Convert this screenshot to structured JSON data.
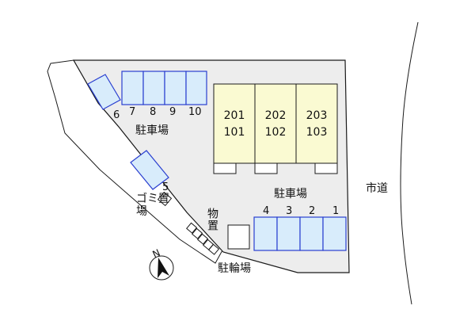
{
  "site": {
    "units": [
      {
        "upper": "201",
        "lower": "101"
      },
      {
        "upper": "202",
        "lower": "102"
      },
      {
        "upper": "203",
        "lower": "103"
      }
    ],
    "parking_west_label": "駐車場",
    "parking_south_label": "駐車場",
    "road_label": "市道",
    "garbage_label": "ゴミ置場",
    "storage_label": "物置",
    "bicycle_label": "駐輪場",
    "west_space_numbers": [
      "6",
      "7",
      "8",
      "9",
      "10"
    ],
    "diagonal_space_number": "5",
    "south_space_numbers": [
      "4",
      "3",
      "2",
      "1"
    ],
    "compass_letter": "N"
  },
  "colors": {
    "lot": "#ededed",
    "building": "#fafad2",
    "parking": "#d8ecfb",
    "parking_border": "#2a3fd0",
    "line": "#1a1a1a"
  }
}
